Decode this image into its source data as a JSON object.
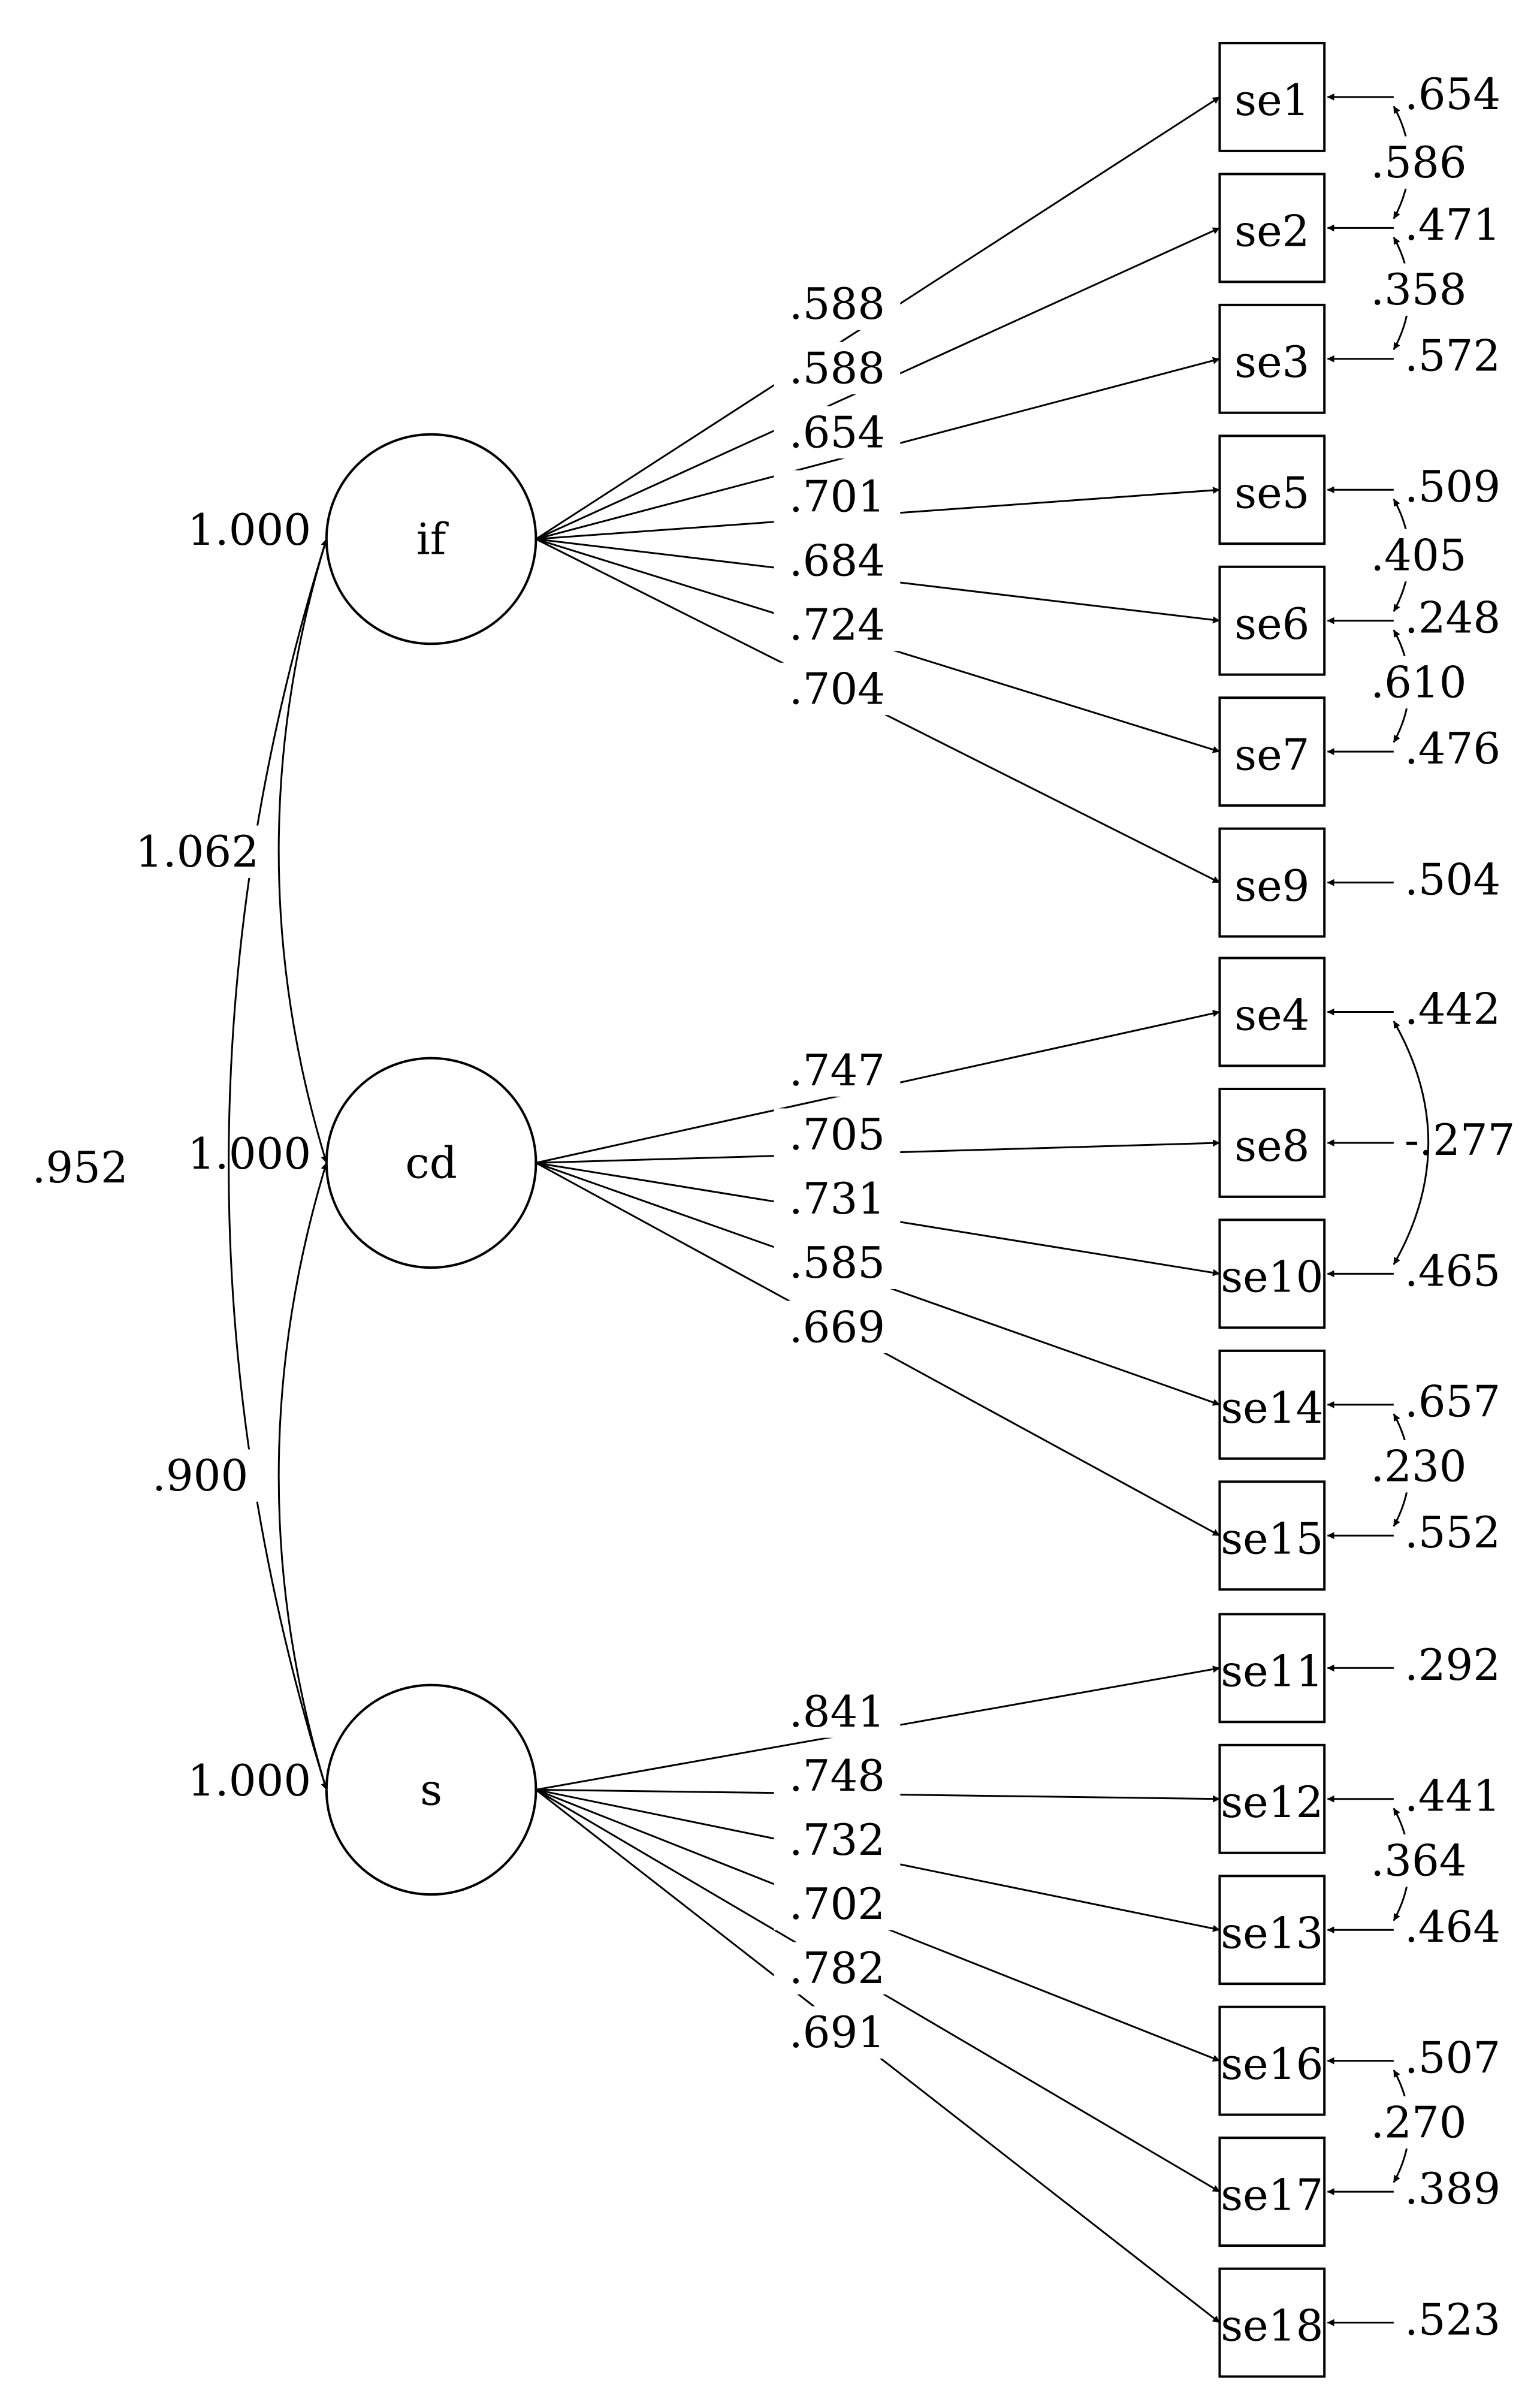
{
  "latents": [
    {
      "id": "if",
      "variance": "1.000"
    },
    {
      "id": "cd",
      "variance": "1.000"
    },
    {
      "id": "s",
      "variance": "1.000"
    }
  ],
  "latent_covariances": [
    {
      "from": "if",
      "to": "cd",
      "value": "1.062"
    },
    {
      "from": "if",
      "to": "s",
      "value": ".952"
    },
    {
      "from": "cd",
      "to": "s",
      "value": ".900"
    }
  ],
  "indicators": [
    {
      "id": "se1",
      "factor": "if",
      "loading": ".588",
      "error": ".654"
    },
    {
      "id": "se2",
      "factor": "if",
      "loading": ".588",
      "error": ".471"
    },
    {
      "id": "se3",
      "factor": "if",
      "loading": ".654",
      "error": ".572"
    },
    {
      "id": "se5",
      "factor": "if",
      "loading": ".701",
      "error": ".509"
    },
    {
      "id": "se6",
      "factor": "if",
      "loading": ".684",
      "error": ".248"
    },
    {
      "id": "se7",
      "factor": "if",
      "loading": ".724",
      "error": ".476"
    },
    {
      "id": "se9",
      "factor": "if",
      "loading": ".704",
      "error": ".504"
    },
    {
      "id": "se4",
      "factor": "cd",
      "loading": ".747",
      "error": ".442"
    },
    {
      "id": "se8",
      "factor": "cd",
      "loading": ".705",
      "error": "-.277"
    },
    {
      "id": "se10",
      "factor": "cd",
      "loading": ".731",
      "error": ".465"
    },
    {
      "id": "se14",
      "factor": "cd",
      "loading": ".585",
      "error": ".657"
    },
    {
      "id": "se15",
      "factor": "cd",
      "loading": ".669",
      "error": ".552"
    },
    {
      "id": "se11",
      "factor": "s",
      "loading": ".841",
      "error": ".292"
    },
    {
      "id": "se12",
      "factor": "s",
      "loading": ".748",
      "error": ".441"
    },
    {
      "id": "se13",
      "factor": "s",
      "loading": ".732",
      "error": ".464"
    },
    {
      "id": "se16",
      "factor": "s",
      "loading": ".702",
      "error": ".507"
    },
    {
      "id": "se17",
      "factor": "s",
      "loading": ".782",
      "error": ".389"
    },
    {
      "id": "se18",
      "factor": "s",
      "loading": ".691",
      "error": ".523"
    }
  ],
  "error_covariances": [
    {
      "from": "se1",
      "to": "se2",
      "value": ".586"
    },
    {
      "from": "se3",
      "to": "se2",
      "value": ".358"
    },
    {
      "from": "se5",
      "to": "se6",
      "value": ".405"
    },
    {
      "from": "se7",
      "to": "se6",
      "value": ".610"
    },
    {
      "from": "se4",
      "to": "se10",
      "value": ""
    },
    {
      "from": "se15",
      "to": "se14",
      "value": ".230"
    },
    {
      "from": "se13",
      "to": "se12",
      "value": ".364"
    },
    {
      "from": "se17",
      "to": "se16",
      "value": ".270"
    }
  ]
}
